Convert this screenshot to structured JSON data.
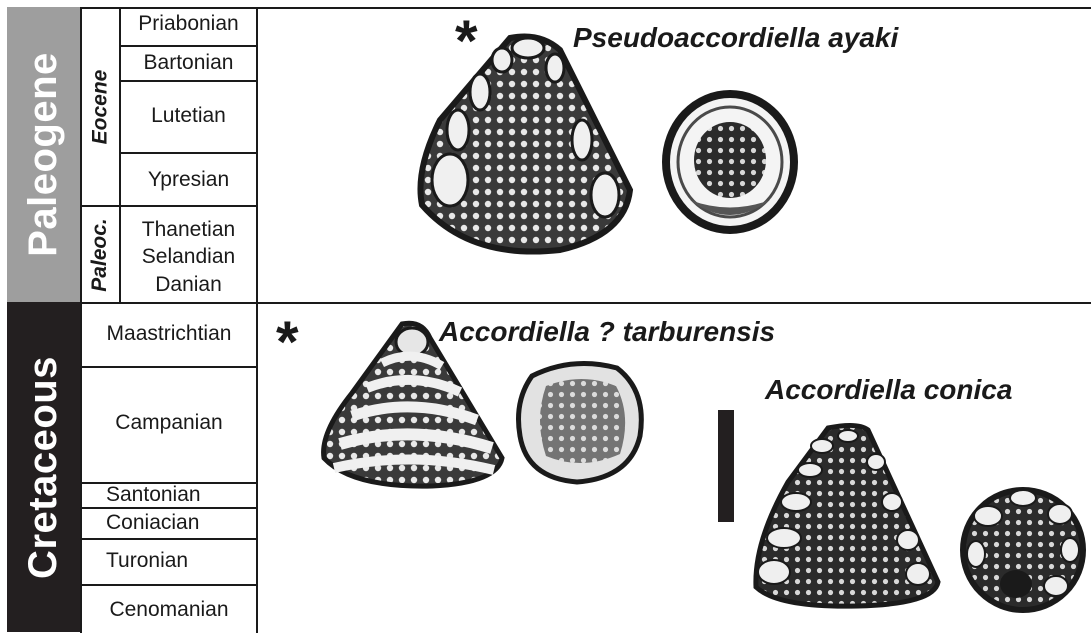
{
  "eras": [
    {
      "name": "Paleogene",
      "color": "#9e9e9e"
    },
    {
      "name": "Cretaceous",
      "color": "#231f20"
    }
  ],
  "epochs": [
    "Eocene",
    "Paleoc."
  ],
  "stages": {
    "priabonian": "Priabonian",
    "bartonian": "Bartonian",
    "lutetian": "Lutetian",
    "ypresian": "Ypresian",
    "thanetian": "Thanetian",
    "selandian": "Selandian",
    "danian": "Danian",
    "maastrichtian": "Maastrichtian",
    "campanian": "Campanian",
    "santonian": "Santonian",
    "coniacian": "Coniacian",
    "turonian": "Turonian",
    "cenomanian": "Cenomanian"
  },
  "species": [
    {
      "name": "Pseudoaccordiella ayaki",
      "marker": "*"
    },
    {
      "name": "Accordiella ? tarburensis",
      "marker": "*"
    },
    {
      "name": "Accordiella conica",
      "marker": ""
    }
  ],
  "icons": [
    "asterisk-marker-icon",
    "scale-bar-icon",
    "fossil-axial-section-icon",
    "fossil-transverse-section-icon"
  ]
}
